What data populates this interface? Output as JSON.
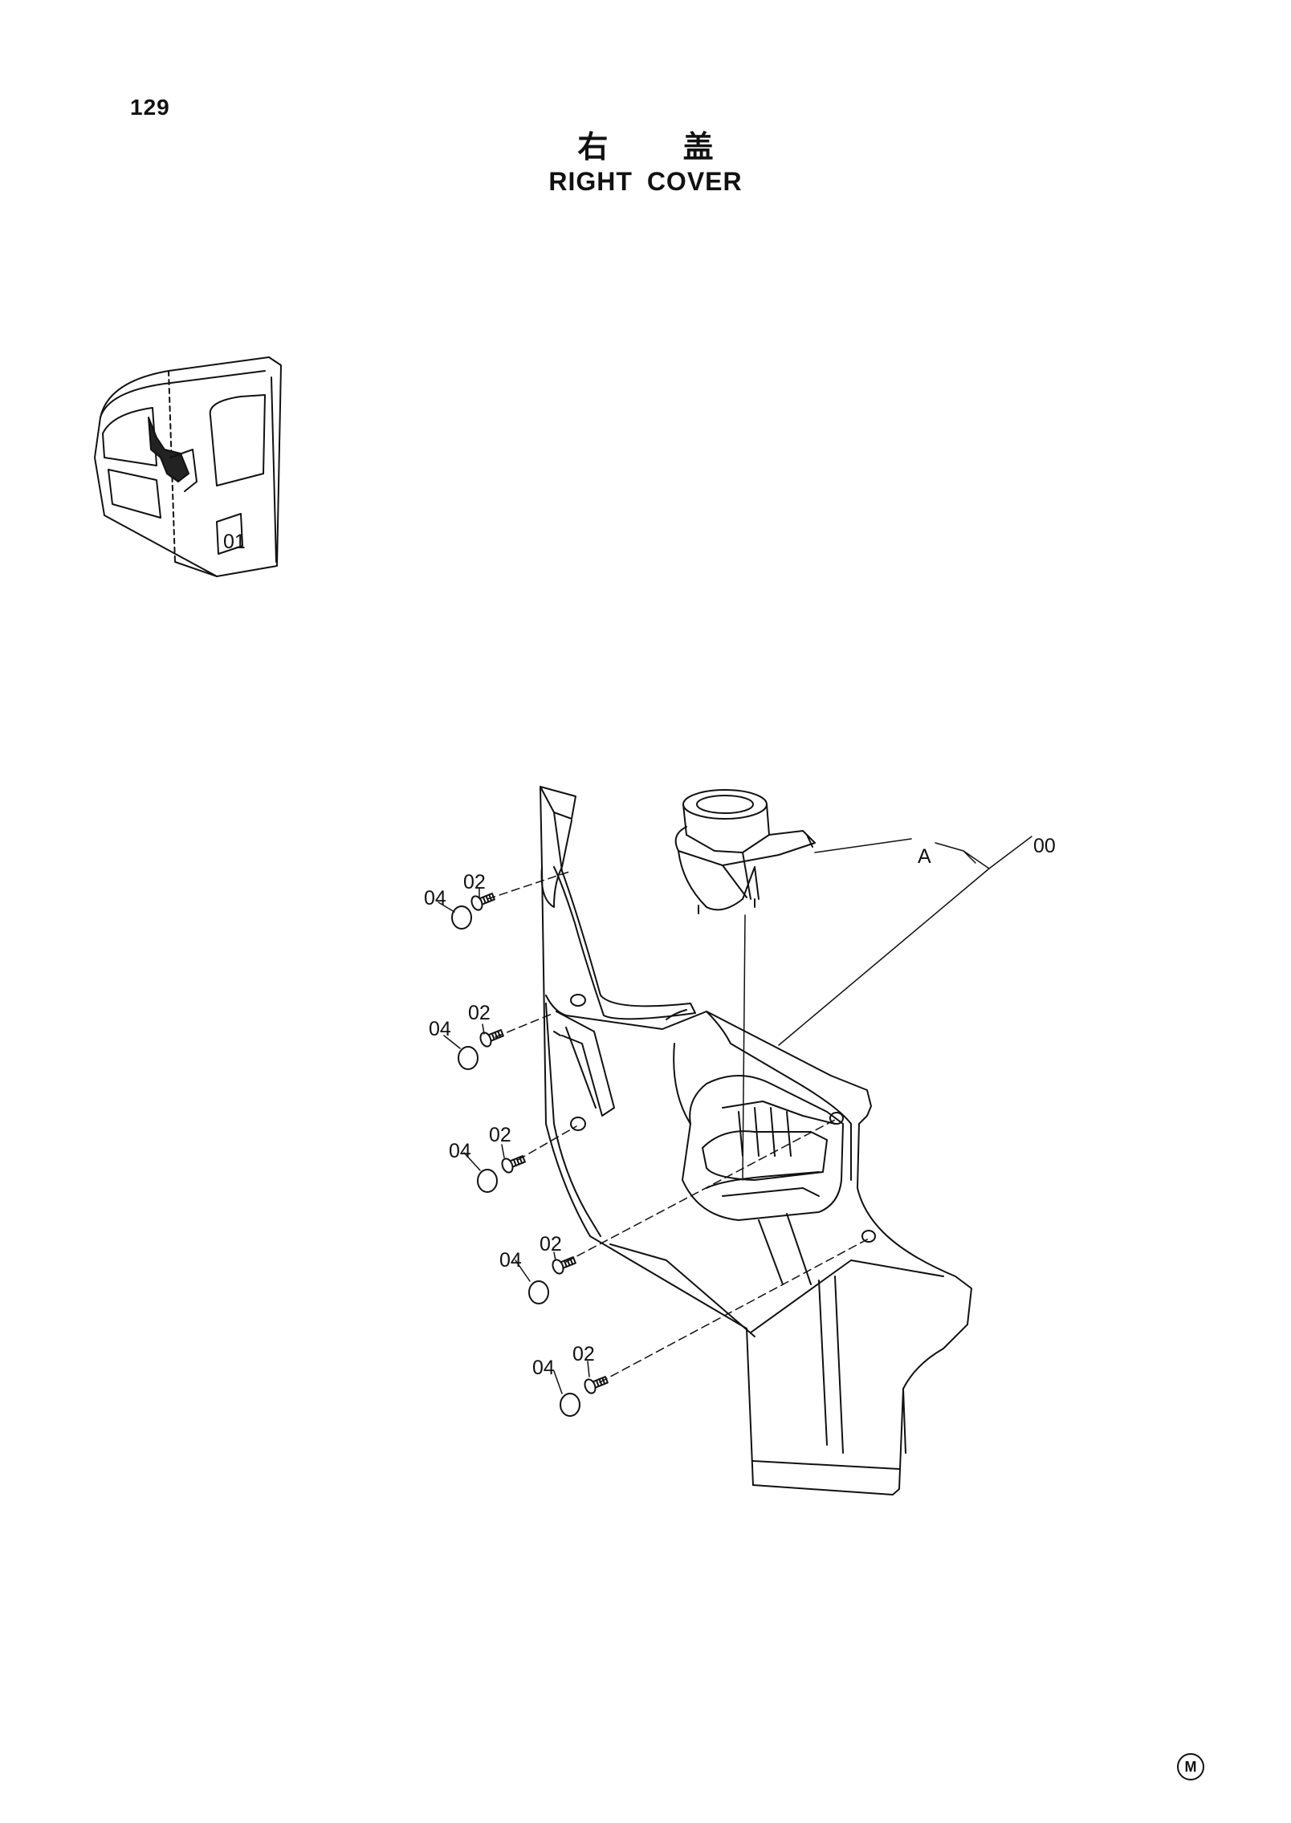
{
  "page_number": "129",
  "title_cn": "右 盖",
  "title_en": "RIGHT COVER",
  "view_label": "A",
  "part_labels": {
    "assembly": "00",
    "bolt": "02",
    "cap": "04"
  },
  "inset_text": "01",
  "bottom_mark": "M"
}
